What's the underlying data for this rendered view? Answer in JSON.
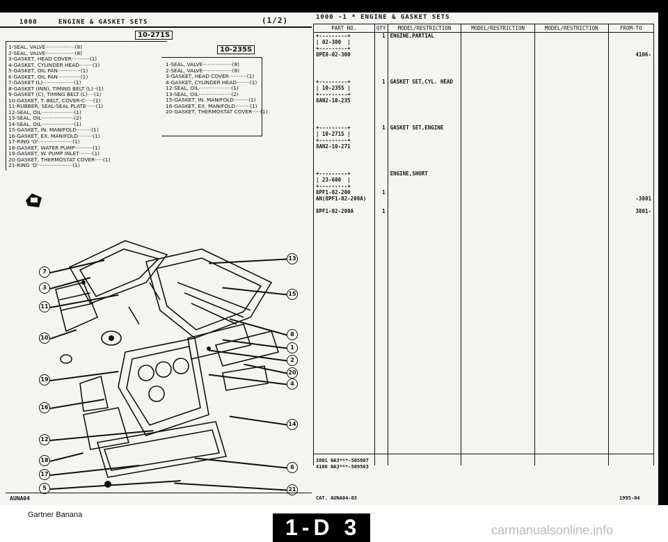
{
  "left_header": {
    "code": "1000",
    "title": "ENGINE & GASKET SETS",
    "page": "(1/2)"
  },
  "right_header": {
    "text": "1000 -1 * ENGINE & GASKET SETS"
  },
  "set_271": {
    "label": "10-271S",
    "items": [
      "1-SEAL, VALVE··················(8)",
      "2-SEAL, VALVE··················(8)",
      "3-GASKET, HEAD COVER···········(1)",
      "4-GASKET, CYLINDER HEAD········(1)",
      "5-GASKET, OIL PAN··············(1)",
      "6-GASKET, OIL PAN··············(1)",
      "7-GASKET (L)···················(1)",
      "8-GASKET (INN), TIMING BELT (L)··(1)",
      "9-GASKET (C), TIMING BELT (L)····(1)",
      "10-GASKET, T. BELT, COVER-C·····(1)",
      "11-RUBBER, SEAL-SEAL PLATE······(1)",
      "12-SEAL, OIL····················(1)",
      "13-SEAL, OIL····················(2)",
      "14-SEAL, OIL····················(1)",
      "15-GASKET, IN. MANIFOLD·········(1)",
      "16-GASKET, EX. MANIFOLD·········(1)",
      "17-RING 'O'·····················(1)",
      "18-GASKET, WATER PUMP···········(1)",
      "19-GASKET, W. PUMP INLET········(1)",
      "20-GASKET, THERMOSTAT COVER·····(1)",
      "21-RING 'O'·····················(1)"
    ]
  },
  "set_235": {
    "label": "10-235S",
    "items": [
      "1-SEAL, VALVE··················(8)",
      "2-SEAL, VALVE··················(8)",
      "3-GASKET, HEAD COVER···········(1)",
      "4-GASKET, CYLINDER HEAD········(1)",
      "12-SEAL, OIL····················(1)",
      "13-SEAL, OIL····················(2)",
      "15-GASKET, IN. MANIFOLD·········(1)",
      "16-GASKET, EX. MANIFOLD·········(1)",
      "20-GASKET, THERMOSTAT COVER·····(1)"
    ]
  },
  "callouts_left": [
    "7",
    "3",
    "11",
    "10",
    "19",
    "16",
    "12",
    "18",
    "17",
    "5"
  ],
  "callouts_right": [
    "13",
    "15",
    "8",
    "1",
    "2",
    "20",
    "4",
    "14",
    "6",
    "21"
  ],
  "doc_code": "AUNA04",
  "table": {
    "headers": [
      "PART NO.",
      "QTY",
      "MODEL/RESTRICTION",
      "MODEL/RESTRICTION",
      "MODEL/RESTRICTION",
      "FROM-TO"
    ],
    "rows": [
      {
        "part": "+---------+\n| 02-300  |\n+---------+\n8PE8-02-300",
        "qty": "1",
        "desc": "ENGINE,PARTIAL",
        "from": "\n\n\n4106-"
      },
      {
        "part": "+---------+\n| 10-235S |\n+---------+\n8AN2-10-235",
        "qty": "1",
        "desc": "GASKET SET,CYL. HEAD",
        "from": ""
      },
      {
        "part": "+---------+\n| 10-271S |\n+---------+\n8AN2-10-271",
        "qty": "1",
        "desc": "GASKET SET,ENGINE",
        "from": ""
      },
      {
        "part": "+---------+\n| 23-600  |\n+---------+\n8PF1-02-200\nAN(8PF1-02-200A)\n\n8PF1-02-200A",
        "qty": "\n\n\n1\n\n\n1",
        "desc": "ENGINE,SHORT",
        "from": "\n\n\n\n-3801\n\n3801-"
      }
    ]
  },
  "notes": [
    "3801 NA3***-505807",
    "4106 NA3***-509503"
  ],
  "cat_code": "CAT. AUNA04-03",
  "date_code": "1995-04",
  "watermark": "Gartner Banana",
  "page_label": "1-D 3",
  "site": "carmanualsonline.info"
}
